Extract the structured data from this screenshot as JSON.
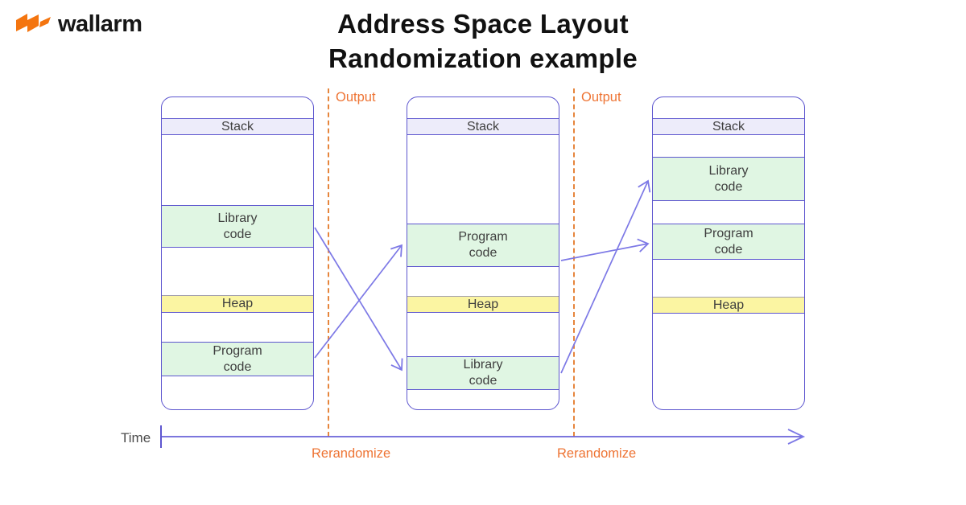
{
  "brand": {
    "name": "wallarm"
  },
  "title": {
    "line1": "Address Space Layout",
    "line2": "Randomization example"
  },
  "timeline": {
    "label": "Time"
  },
  "events": {
    "outputs": [
      "Output",
      "Output"
    ],
    "rerandomize": [
      "Rerandomize",
      "Rerandomize"
    ]
  },
  "columns": [
    {
      "name": "address-space-initial",
      "segments": [
        {
          "name": "stack",
          "label": "Stack"
        },
        {
          "name": "library-code",
          "label": "Library\ncode"
        },
        {
          "name": "heap",
          "label": "Heap"
        },
        {
          "name": "program-code",
          "label": "Program\ncode"
        }
      ]
    },
    {
      "name": "address-space-after-first-rerandomization",
      "segments": [
        {
          "name": "stack",
          "label": "Stack"
        },
        {
          "name": "program-code",
          "label": "Program\ncode"
        },
        {
          "name": "heap",
          "label": "Heap"
        },
        {
          "name": "library-code",
          "label": "Library\ncode"
        }
      ]
    },
    {
      "name": "address-space-after-second-rerandomization",
      "segments": [
        {
          "name": "stack",
          "label": "Stack"
        },
        {
          "name": "library-code",
          "label": "Library\ncode"
        },
        {
          "name": "program-code",
          "label": "Program\ncode"
        },
        {
          "name": "heap",
          "label": "Heap"
        }
      ]
    }
  ],
  "colors": {
    "accent_orange": "#ee7434",
    "dashed_orange": "#e6853c",
    "outline_blue": "#5d56cf",
    "arrow_blue": "#7d79e6",
    "stack_fill": "#edecfa",
    "code_fill": "#e0f6e3",
    "heap_fill": "#fbf5a2",
    "heap_top_border": "#a39fae",
    "logo_orange": "#f4750f"
  }
}
